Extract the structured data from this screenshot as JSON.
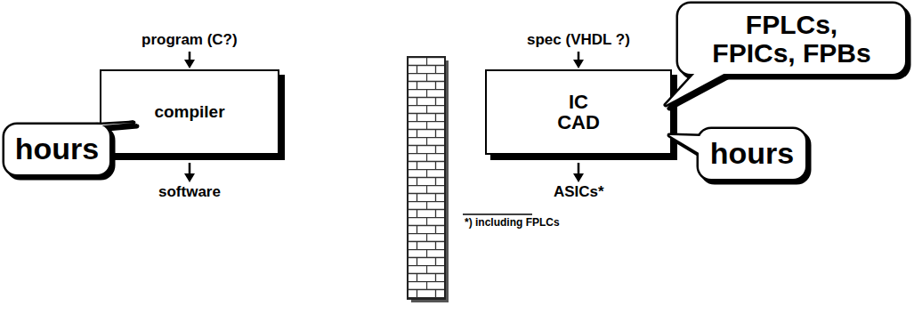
{
  "diagram": {
    "nodes": [
      {
        "text": [
          "compiler"
        ]
      },
      {
        "text": [
          "hours"
        ]
      },
      {
        "text": [
          "FPLCs, FPICs, FPBs"
        ]
      },
      {
        "text": [
          "IC CAD"
        ]
      },
      {
        "text": [
          "hours"
        ]
      }
    ],
    "labels": [
      "program (C?)",
      "software",
      "spec (VHDL ?)",
      "ASICs*",
      "*) including FPLCs"
    ]
  }
}
